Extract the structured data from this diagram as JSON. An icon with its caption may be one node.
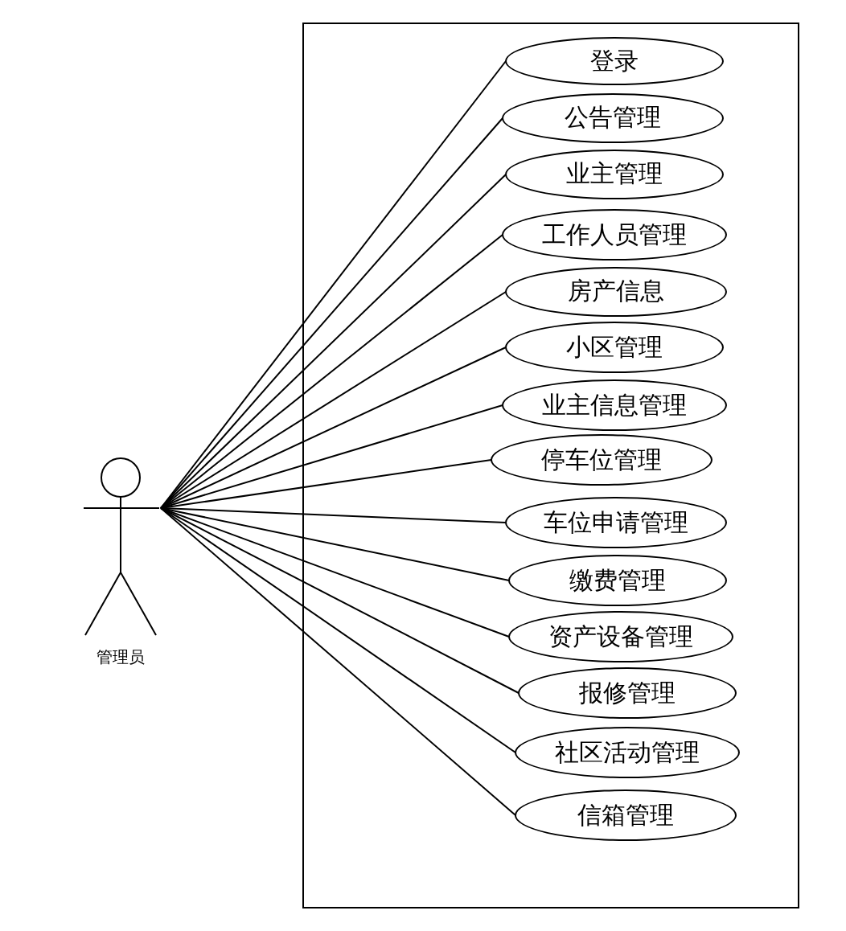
{
  "diagram": {
    "nodes": [
      {
        "text": [
          "管理员"
        ]
      },
      {
        "text": [],
        "shape": "box"
      },
      {
        "text": [
          "登录"
        ],
        "in": 1
      },
      {
        "text": [
          "公告管理"
        ],
        "in": 1
      },
      {
        "text": [
          "业主管理"
        ],
        "in": 1
      },
      {
        "text": [
          "工作人员管理"
        ],
        "in": 1
      },
      {
        "text": [
          "房产信息"
        ],
        "in": 1
      },
      {
        "text": [
          "小区管理"
        ],
        "in": 1
      },
      {
        "text": [
          "业主信息管理"
        ],
        "in": 1
      },
      {
        "text": [
          "停车位管理"
        ],
        "in": 1
      },
      {
        "text": [
          "车位申请管理"
        ],
        "in": 1
      },
      {
        "text": [
          "缴费管理"
        ],
        "in": 1
      },
      {
        "text": [
          "资产设备管理"
        ],
        "in": 1
      },
      {
        "text": [
          "报修管理"
        ],
        "in": 1
      },
      {
        "text": [
          "社区活动管理"
        ],
        "in": 1
      },
      {
        "text": [
          "信箱管理"
        ],
        "in": 1
      }
    ],
    "edges": [
      {
        "from": 0,
        "to": 2,
        "arrow": "none"
      },
      {
        "from": 0,
        "to": 3,
        "arrow": "none"
      },
      {
        "from": 0,
        "to": 4,
        "arrow": "none"
      },
      {
        "from": 0,
        "to": 5,
        "arrow": "none"
      },
      {
        "from": 0,
        "to": 6,
        "arrow": "none"
      },
      {
        "from": 0,
        "to": 7,
        "arrow": "none"
      },
      {
        "from": 0,
        "to": 8,
        "arrow": "none"
      },
      {
        "from": 0,
        "to": 9,
        "arrow": "none"
      },
      {
        "from": 0,
        "to": 10,
        "arrow": "none"
      },
      {
        "from": 0,
        "to": 11,
        "arrow": "none"
      },
      {
        "from": 0,
        "to": 12,
        "arrow": "none"
      },
      {
        "from": 0,
        "to": 13,
        "arrow": "none"
      },
      {
        "from": 0,
        "to": 14,
        "arrow": "none"
      },
      {
        "from": 0,
        "to": 15,
        "arrow": "none"
      }
    ]
  }
}
